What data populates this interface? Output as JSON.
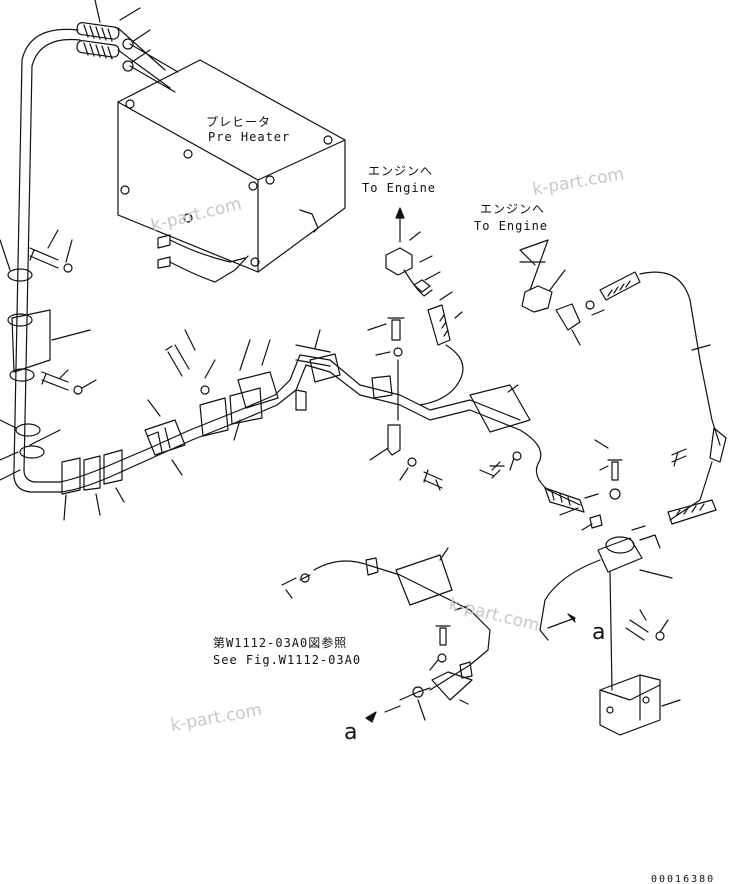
{
  "labels": {
    "preheater_jp": "プレヒータ",
    "preheater_en": "Pre Heater",
    "to_engine_1_jp": "エンジンへ",
    "to_engine_1_en": "To Engine",
    "to_engine_2_jp": "エンジンへ",
    "to_engine_2_en": "To Engine",
    "see_fig_jp": "第W1112-03A0図参照",
    "see_fig_en": "See Fig.W1112-03A0",
    "connector_a_right": "a",
    "connector_a_left": "a"
  },
  "watermark": "k-part.com",
  "document_number": "00016380",
  "colors": {
    "line": "#111111",
    "watermark": "#c8c8c8",
    "background": "#ffffff"
  }
}
